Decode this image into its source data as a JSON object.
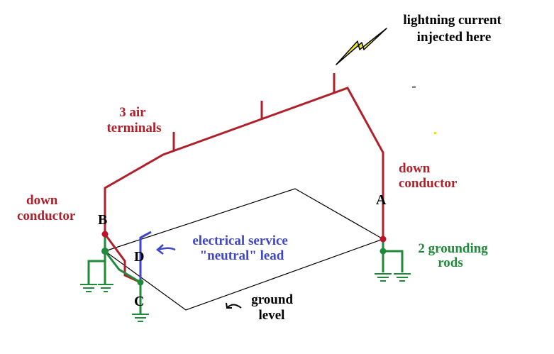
{
  "colors": {
    "conductor": "#b0202a",
    "ground_wire": "#1f8a3a",
    "neutral": "#3f47c7",
    "lightning_fill": "#f2ee1c",
    "outline": "#000000"
  },
  "labels": {
    "lightning": [
      "lightning current",
      "injected here"
    ],
    "air_terminals": [
      "3 air",
      "terminals"
    ],
    "down_conductor_right": [
      "down",
      "conductor"
    ],
    "down_conductor_left": [
      "down",
      "conductor"
    ],
    "service_neutral": [
      "electrical service",
      "\"neutral\" lead"
    ],
    "grounding_rods": [
      "2 grounding",
      "rods"
    ],
    "ground_level": [
      "ground",
      "level"
    ]
  },
  "points": {
    "A": "A",
    "B": "B",
    "C": "C",
    "D": "D"
  }
}
